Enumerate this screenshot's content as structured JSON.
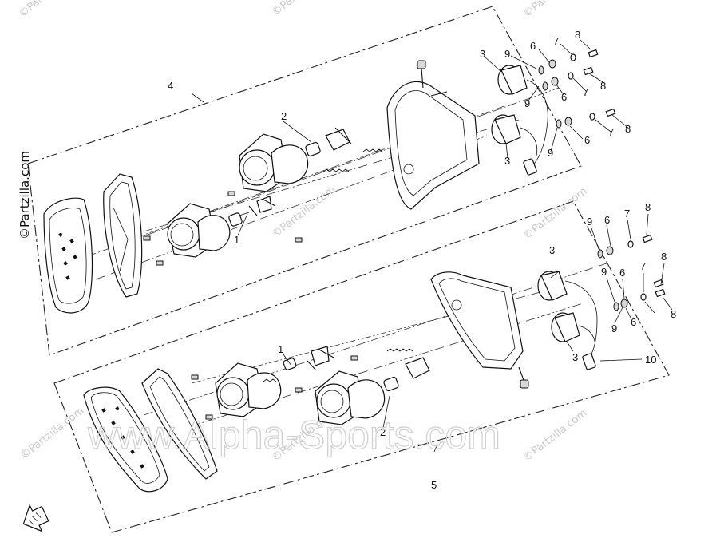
{
  "watermark": {
    "small_text": "©Partzilla.com",
    "big_text": "www.Alpha-Sports.com",
    "copyright_text": "©Partzilla.com"
  },
  "callouts": {
    "upper": {
      "assembly": "4",
      "bulb_a": "1",
      "bulb_b": "2",
      "socket_top": "3",
      "socket_bottom": "3",
      "grommet_a": "9",
      "grommet_b": "9",
      "grommet_c": "9",
      "washer_a": "6",
      "washer_b": "6",
      "washer_c": "6",
      "spring_a": "7",
      "spring_b": "7",
      "spring_c": "7",
      "nut_a": "8",
      "nut_b": "8",
      "nut_c": "8"
    },
    "lower": {
      "assembly": "5",
      "bulb_a": "1",
      "bulb_b": "2",
      "socket_top": "3",
      "socket_bottom": "3",
      "grommet_a": "9",
      "grommet_b": "9",
      "grommet_c": "9",
      "washer_a": "6",
      "washer_b": "6",
      "washer_c": "6",
      "spring_a": "7",
      "spring_b": "7",
      "nut_a": "8",
      "nut_b": "8",
      "nut_c": "8",
      "connector": "10"
    }
  }
}
